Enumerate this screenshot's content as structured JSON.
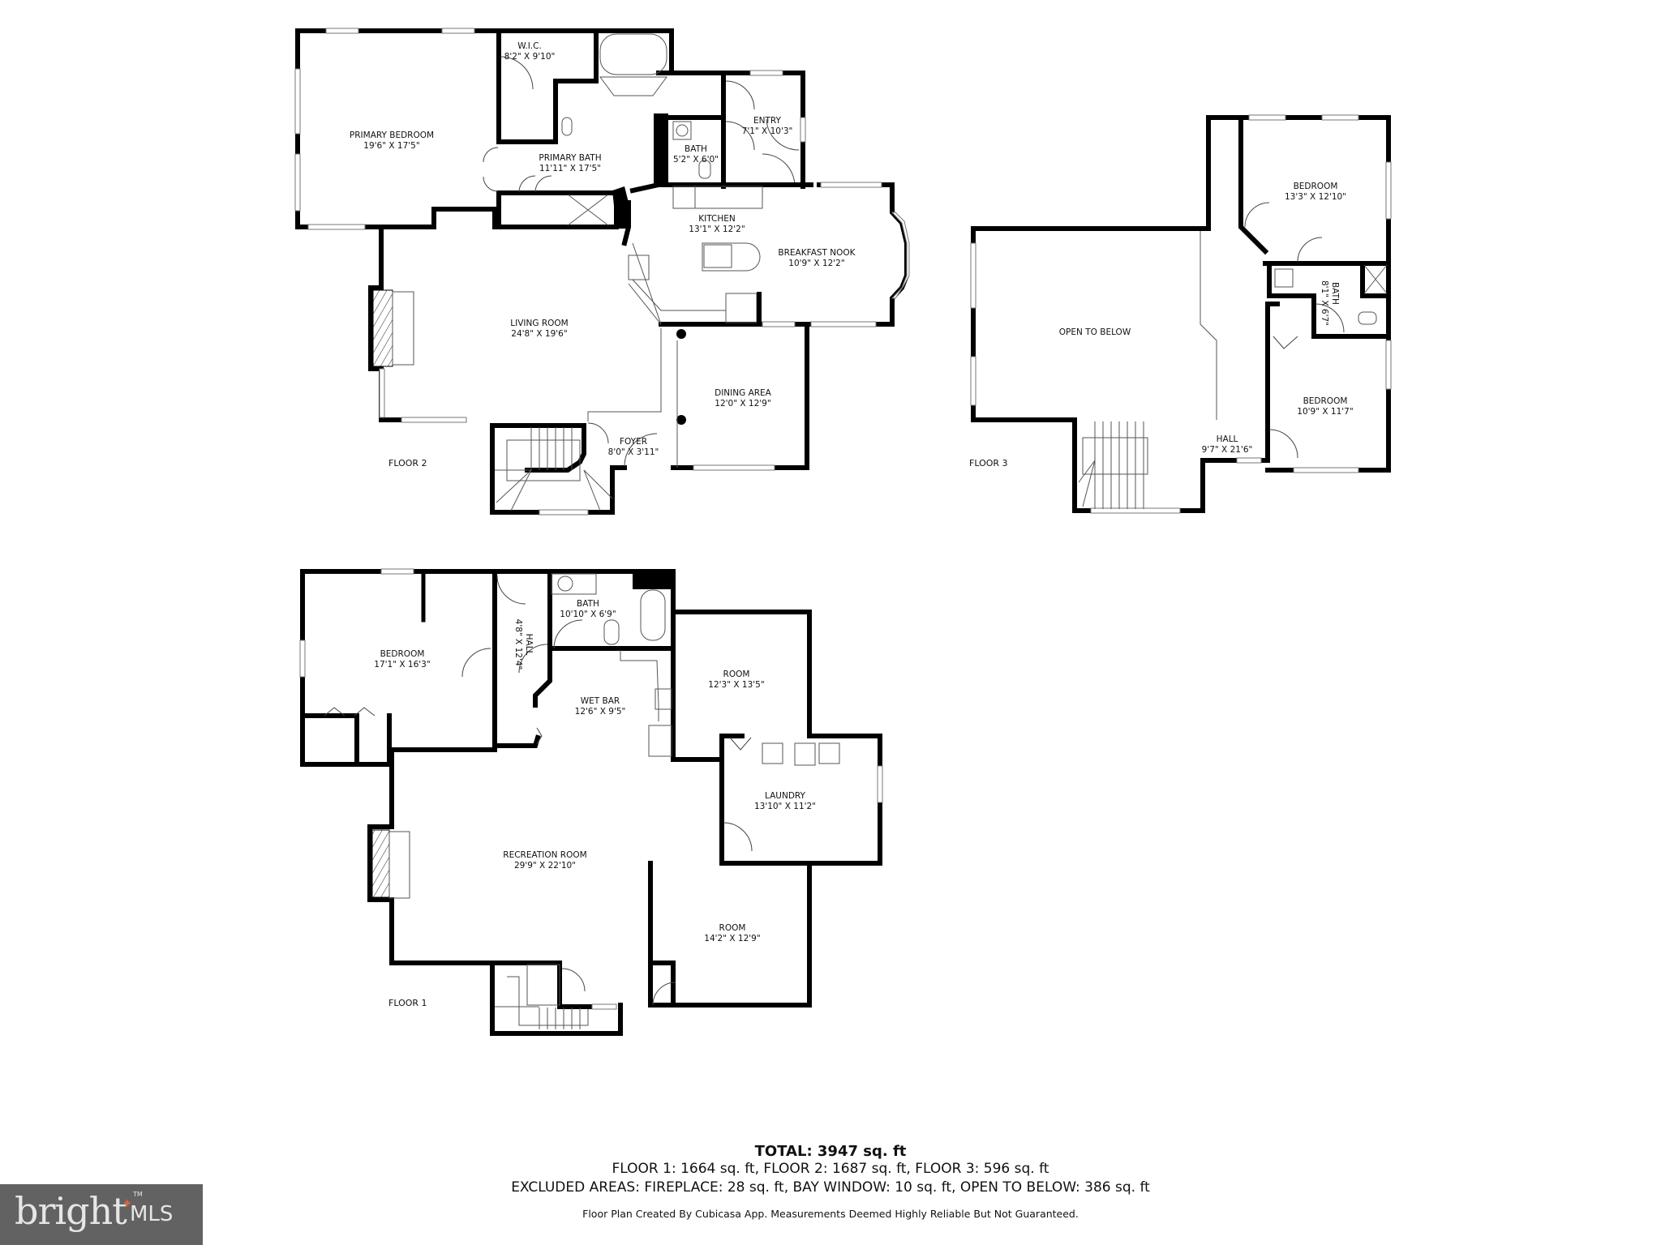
{
  "floors": {
    "floor2": {
      "label": "FLOOR 2",
      "rooms": [
        {
          "name": "W.I.C.",
          "dims": "8'2\" X 9'10\""
        },
        {
          "name": "PRIMARY BEDROOM",
          "dims": "19'6\" X 17'5\""
        },
        {
          "name": "PRIMARY BATH",
          "dims": "11'11\" X 17'5\""
        },
        {
          "name": "ENTRY",
          "dims": "7'1\" X 10'3\""
        },
        {
          "name": "BATH",
          "dims": "5'2\" X 6'0\""
        },
        {
          "name": "KITCHEN",
          "dims": "13'1\" X 12'2\""
        },
        {
          "name": "BREAKFAST NOOK",
          "dims": "10'9\" X 12'2\""
        },
        {
          "name": "LIVING ROOM",
          "dims": "24'8\" X 19'6\""
        },
        {
          "name": "DINING AREA",
          "dims": "12'0\" X 12'9\""
        },
        {
          "name": "FOYER",
          "dims": "8'0\" X 3'11\""
        }
      ]
    },
    "floor3": {
      "label": "FLOOR 3",
      "rooms": [
        {
          "name": "BEDROOM",
          "dims": "13'3\" X 12'10\""
        },
        {
          "name": "OPEN TO BELOW",
          "dims": ""
        },
        {
          "name": "BATH",
          "dims": "8'1\" X 6'7\""
        },
        {
          "name": "BEDROOM",
          "dims": "10'9\" X 11'7\""
        },
        {
          "name": "HALL",
          "dims": "9'7\" X 21'6\""
        }
      ]
    },
    "floor1": {
      "label": "FLOOR 1",
      "rooms": [
        {
          "name": "BEDROOM",
          "dims": "17'1\" X 16'3\""
        },
        {
          "name": "HALL",
          "dims": "4'8\" X 12'4\""
        },
        {
          "name": "BATH",
          "dims": "10'10\" X 6'9\""
        },
        {
          "name": "WET BAR",
          "dims": "12'6\" X 9'5\""
        },
        {
          "name": "ROOM",
          "dims": "12'3\" X 13'5\""
        },
        {
          "name": "LAUNDRY",
          "dims": "13'10\" X 11'2\""
        },
        {
          "name": "RECREATION ROOM",
          "dims": "29'9\" X 22'10\""
        },
        {
          "name": "ROOM",
          "dims": "14'2\" X 12'9\""
        }
      ]
    }
  },
  "summary": {
    "total": "TOTAL: 3947 sq. ft",
    "floors": "FLOOR 1: 1664 sq. ft, FLOOR 2: 1687 sq. ft, FLOOR 3: 596 sq. ft",
    "excluded": "EXCLUDED AREAS: FIREPLACE: 28 sq. ft, BAY WINDOW: 10 sq. ft, OPEN TO BELOW: 386 sq. ft",
    "disclaimer": "Floor Plan Created By Cubicasa App. Measurements Deemed Highly Reliable But Not Guaranteed."
  },
  "logo": {
    "brand": "bright",
    "suffix": "MLS",
    "trademark": "TM",
    "accent_color": "#e0623a",
    "background_color": "#626262"
  }
}
